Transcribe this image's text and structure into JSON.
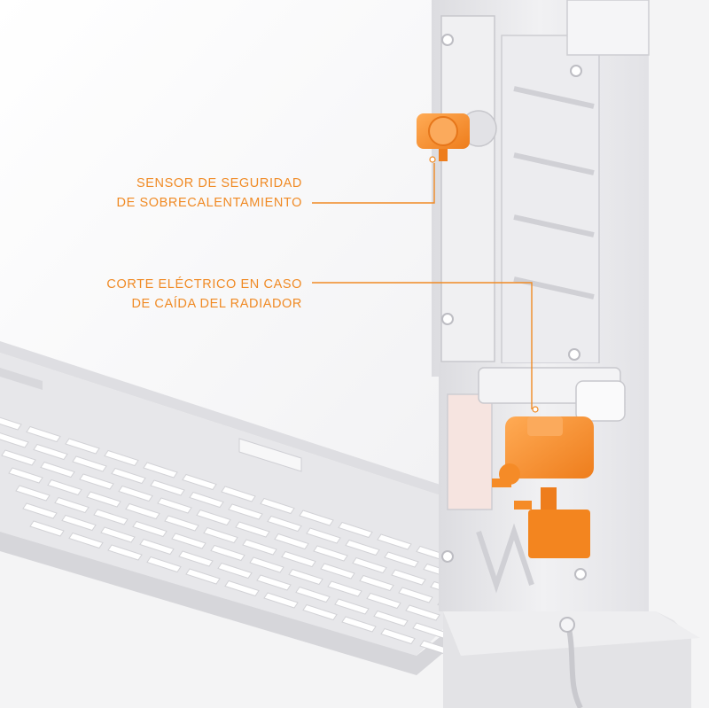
{
  "colors": {
    "accent": "#f08a24",
    "component": "#f7922e",
    "housing": "#ebebee",
    "panel": "#ffffff",
    "background": "#f4f4f5"
  },
  "callouts": [
    {
      "id": "sensor",
      "lines": [
        "SENSOR DE SEGURIDAD",
        "DE SOBRECALENTAMIENTO"
      ]
    },
    {
      "id": "corte",
      "lines": [
        "CORTE ELÉCTRICO EN CASO",
        "DE CAÍDA DEL RADIADOR"
      ]
    }
  ]
}
